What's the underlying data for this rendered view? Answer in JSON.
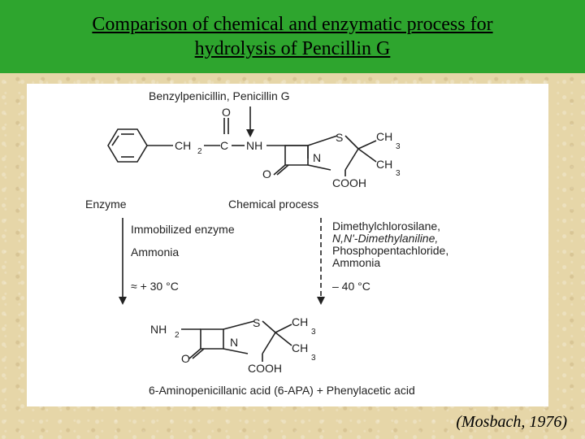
{
  "slide": {
    "title_line1": "Comparison of chemical and enzymatic process for",
    "title_line2": "hydrolysis of Pencillin G",
    "citation": "(Mosbach, 1976)"
  },
  "figure": {
    "top_label": "Benzylpenicillin, Penicillin G",
    "left_header": "Enzyme",
    "right_header": "Chemical process",
    "enzyme_line1": "Immobilized enzyme",
    "enzyme_line2": "Ammonia",
    "enzyme_temp": "≈ + 30 °C",
    "chem_line1": "Dimethylchlorosilane,",
    "chem_line2": "N,N'-Dimethylaniline,",
    "chem_line3": "Phosphopentachloride,",
    "chem_line4": "Ammonia",
    "chem_temp": "– 40 °C",
    "bottom_label": "6-Aminopenicillanic acid (6-APA) + Phenylacetic acid",
    "atoms": {
      "ch": "CH",
      "two": "2",
      "c": "C",
      "o": "O",
      "nh": "NH",
      "s": "S",
      "n": "N",
      "three": "3",
      "cooh": "COOH"
    }
  }
}
